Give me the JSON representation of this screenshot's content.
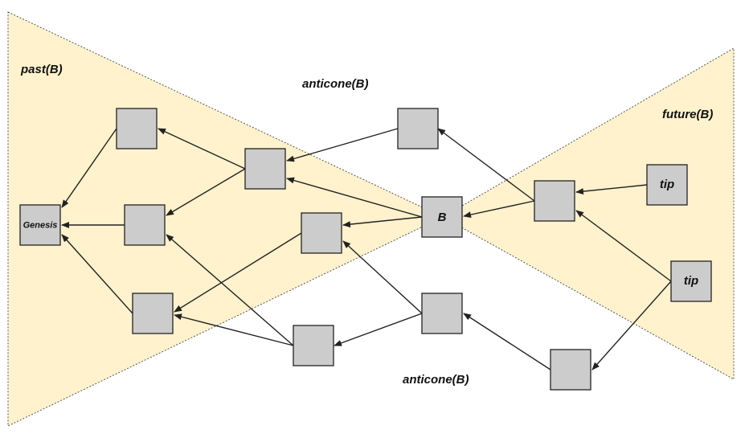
{
  "regions": {
    "past": "past(B)",
    "future": "future(B)",
    "anticone_top": "anticone(B)",
    "anticone_bottom": "anticone(B)"
  },
  "nodes": {
    "genesis": "Genesis",
    "b": "B",
    "tip1": "tip",
    "tip2": "tip"
  },
  "colors": {
    "cone_fill": "#fff2cc",
    "block_fill": "#cccccc",
    "edge": "#222222"
  }
}
